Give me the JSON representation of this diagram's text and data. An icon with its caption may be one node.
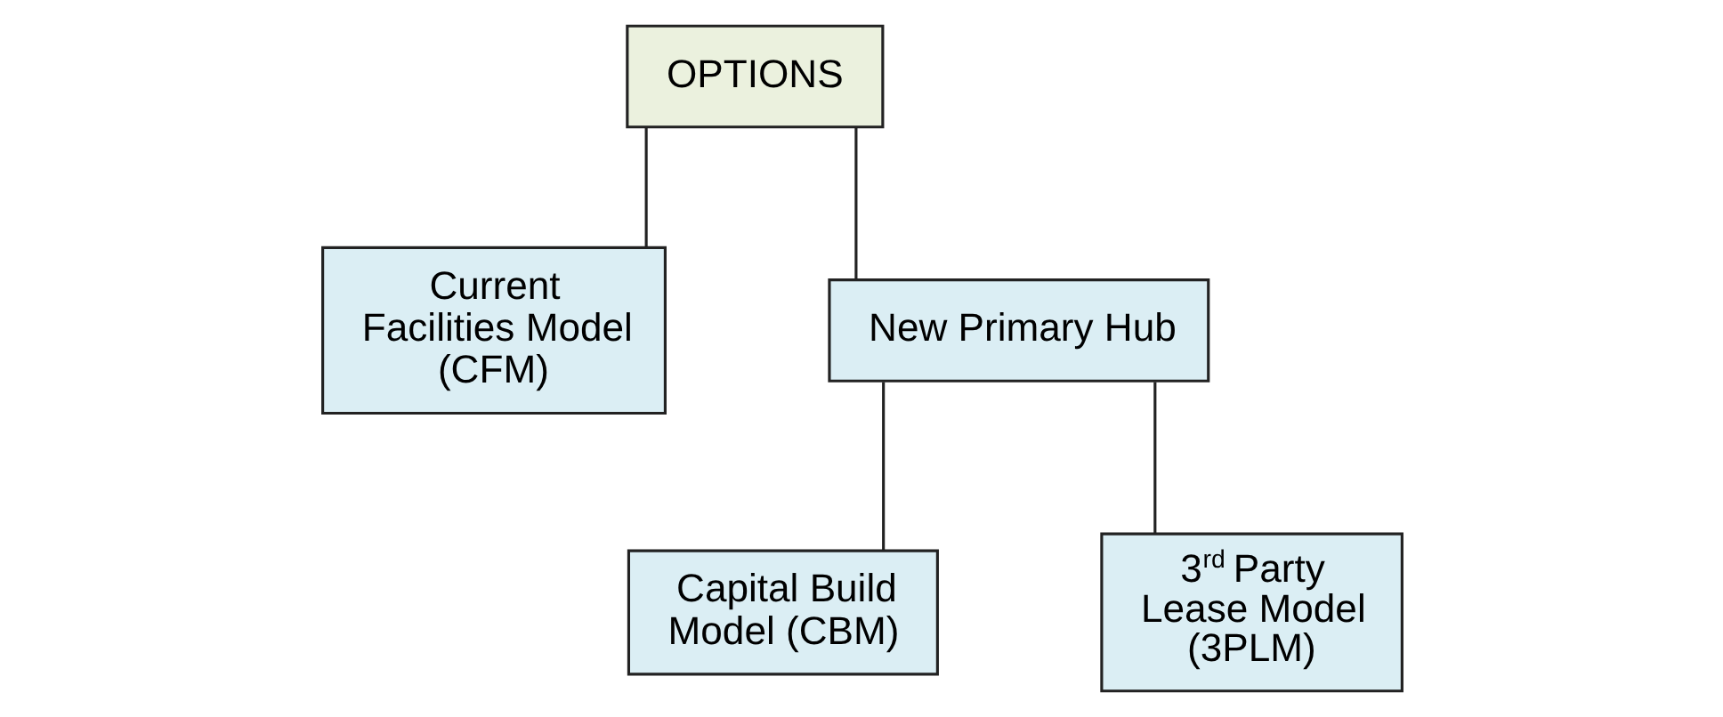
{
  "diagram": {
    "nodes": [
      {
        "text": [
          "OPTIONS"
        ]
      },
      {
        "text": [
          "Current Facilities Model (CFM)"
        ]
      },
      {
        "text": [
          "New Primary Hub"
        ]
      },
      {
        "text": [
          "Capital Build Model (CBM)"
        ]
      },
      {
        "text": [
          "3$^{rd}$ Party Lease Model (3PLM)"
        ]
      }
    ],
    "edges": [
      {
        "from": 0,
        "to": 1,
        "arrow": "none"
      },
      {
        "from": 0,
        "to": 2,
        "arrow": "none"
      },
      {
        "from": 2,
        "to": 3,
        "arrow": "none"
      },
      {
        "from": 2,
        "to": 4,
        "arrow": "none"
      }
    ]
  }
}
